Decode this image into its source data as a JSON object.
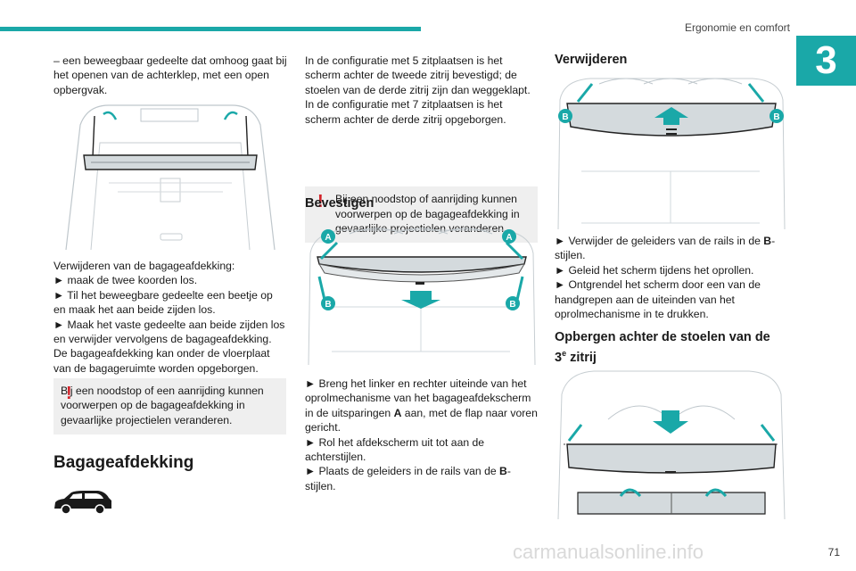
{
  "header": {
    "title": "Ergonomie en comfort",
    "chapter_number": "3",
    "accent_color": "#1aa8a8"
  },
  "page_number": "71",
  "col1": {
    "intro": "– een beweegbaar gedeelte dat omhoog gaat bij het openen van de achterklep, met een open opbergvak.",
    "removal_lines": [
      "Verwijderen van de bagageafdekking:",
      "► maak de twee koorden los.",
      "► Til het beweegbare gedeelte een beetje op en maak het aan beide zijden los.",
      "► Maak het vaste gedeelte aan beide zijden los en verwijder vervolgens de bagageafdekking.",
      "De bagageafdekking kan onder de vloerplaat van de bagageruimte worden opgeborgen."
    ],
    "warning": "Bij een noodstop of een aanrijding kunnen voorwerpen op de bagageafdekking in gevaarlijke projectielen veranderen.",
    "section_title": "Bagageafdekking"
  },
  "col2": {
    "config_lines": [
      "In de configuratie met 5 zitplaatsen is het scherm achter de tweede zitrij bevestigd; de stoelen van de derde zitrij zijn dan weggeklapt.",
      "In de configuratie met 7 zitplaatsen is het scherm achter de derde zitrij opgeborgen."
    ],
    "warning": "Bij een noodstop of aanrijding kunnen voorwerpen op de bagageafdekking in gevaarlijke projectielen veranderen.",
    "section_title": "Bevestigen",
    "fig_labels": {
      "a": "A",
      "b": "B"
    },
    "steps": [
      "► Breng het linker en rechter uiteinde van het oprolmechanisme van het bagageafdekscherm in de uitsparingen ",
      "A",
      " aan, met de flap naar voren gericht.",
      "► Rol het afdekscherm uit tot aan de achterstijlen.",
      "► Plaats de geleiders in de rails van de ",
      "B",
      "-stijlen."
    ]
  },
  "col3": {
    "section_title": "Verwijderen",
    "fig_label_b": "B",
    "steps": [
      "► Verwijder de geleiders van de rails in de ",
      "B",
      "-stijlen.",
      "► Geleid het scherm tijdens het oprollen.",
      "► Ontgrendel het scherm door een van de handgrepen aan de uiteinden van het oprolmechanisme in te drukken."
    ],
    "section2_title_pre": "Opbergen achter de stoelen van de",
    "section2_title_num": "3",
    "section2_title_sup": "e",
    "section2_title_post": " zitrij"
  },
  "footer": {
    "watermark": "carmanualsonline.info"
  }
}
